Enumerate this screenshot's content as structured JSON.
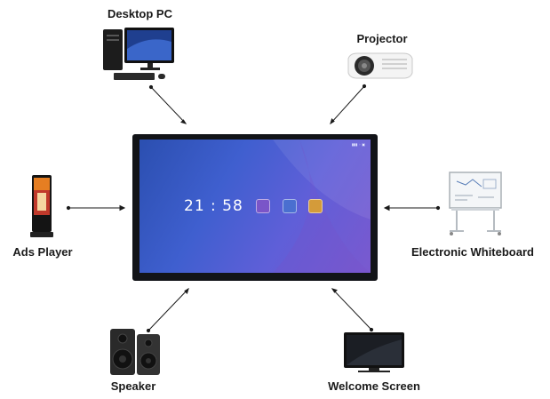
{
  "devices": {
    "desktop_pc": "Desktop PC",
    "projector": "Projector",
    "ads_player": "Ads Player",
    "electronic_whiteboard": "Electronic Whiteboard",
    "speaker": "Speaker",
    "welcome_screen": "Welcome Screen"
  },
  "display": {
    "clock": "21 : 58"
  }
}
